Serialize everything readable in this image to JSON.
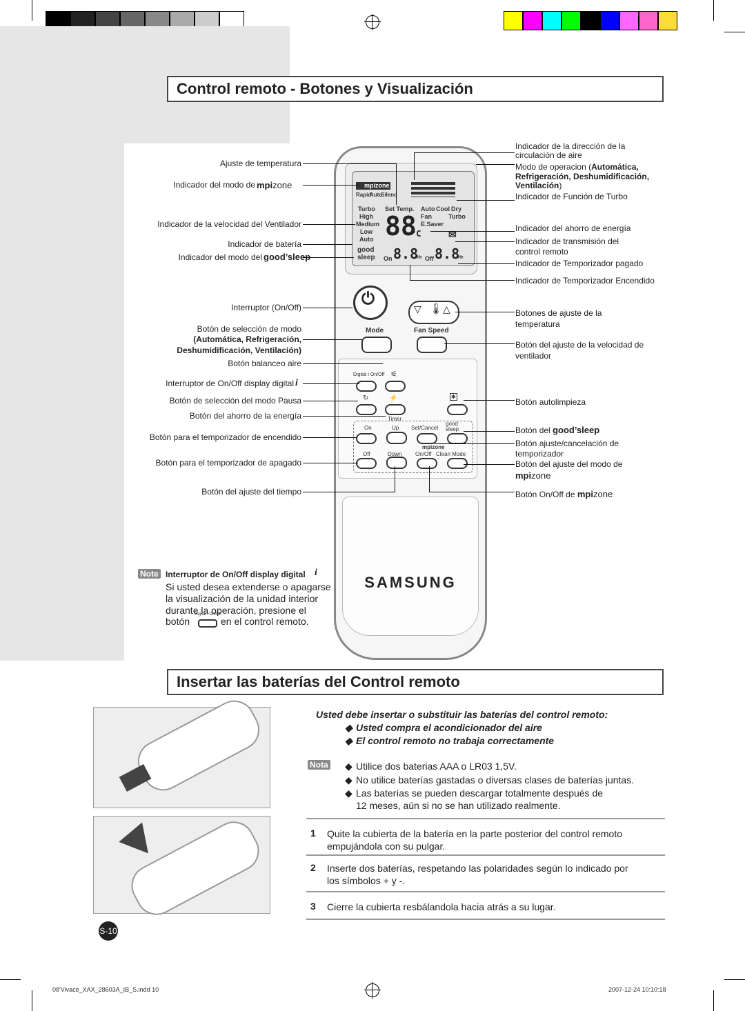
{
  "colors": {
    "calibration": [
      "#000000",
      "#222222",
      "#444444",
      "#666666",
      "#888888",
      "#aaaaaa",
      "#cccccc",
      "#ffffff"
    ],
    "color_bar": [
      "#ffff00",
      "#ff00ff",
      "#00ffff",
      "#00ff00",
      "#000000",
      "#0000ff",
      "#ff66ff",
      "#ff66cc",
      "#ffdd33"
    ]
  },
  "section1": {
    "title": "Control remoto - Botones y Visualización"
  },
  "section2": {
    "title": "Insertar las baterías del Control remoto"
  },
  "left_labels": [
    "Ajuste de temperatura",
    "Indicador del modo de",
    "Indicador de la velocidad del Ventilador",
    "Indicador de batería",
    "Indicador del modo del",
    "Interruptor (On/Off)",
    "Botón de selección de modo",
    "(Automática, Refrigeración,",
    "Deshumidificación, Ventilación)",
    "Botón balanceo aire",
    "Interruptor de On/Off display digital",
    "Botón de selección del modo Pausa",
    "Botón del ahorro de la energía",
    "Botón para el temporizador de encendido",
    "Botón para el temporizador de apagado",
    "Botón del ajuste del tiempo"
  ],
  "right_labels": {
    "air_dir_1": "Indicador de la dirección de la",
    "air_dir_2": "circulación de aire",
    "mode_1": "Modo de operacion (",
    "mode_bold1": "Automática,",
    "mode_2": "Refrigeración, Deshumidificación,",
    "mode_3": "Ventilación",
    "mode_close": ")",
    "turbo": "Indicador de Función de Turbo",
    "esaver": "Indicador del ahorro de energía",
    "tx_1": "Indicador de transmisión del",
    "tx_2": "control remoto",
    "timer_off": "Indicador de Temporizador pagado",
    "timer_on": "Indicador de Temporizador Encendido",
    "temp_btn_1": "Botones de ajuste de la",
    "temp_btn_2": "temperatura",
    "fan_btn_1": "Botón del ajuste de la velocidad de",
    "fan_btn_2": "ventilador",
    "autoclean": "Botón autolimpieza",
    "goodsleep": "Botón del",
    "setcancel_1": "Botón ajuste/cancelación de",
    "setcancel_2": "temporizador",
    "mpi_mode": "Botón del ajuste del modo de",
    "mpi_onoff": "Botón On/Off de"
  },
  "logos": {
    "mpi": "mpi",
    "zone": "zone",
    "good": "good",
    "sleep": "sleep",
    "good_sleep": "good’sleep"
  },
  "remote": {
    "lcd": {
      "mpizone": "mpizone",
      "rapid": "Rapid",
      "auto": "Auto",
      "silence": "Silenc",
      "turbo": "Turbo",
      "high": "High",
      "medium": "Medium",
      "low": "Low",
      "fan_auto": "Auto",
      "set_temp": "Set Temp.",
      "digits": "88",
      "deg": "°C",
      "mode_auto": "Auto",
      "mode_cool": "Cool",
      "mode_dry": "Dry",
      "mode_fan": "Fan",
      "mode_turbo": "Turbo",
      "esaver": "E.Saver",
      "good": "good",
      "sleep": "sleep",
      "on": "On",
      "off": "Off",
      "small_digits": "8.8",
      "hr": "Hr"
    },
    "buttons": {
      "mode": "Mode",
      "fan_speed": "Fan Speed",
      "digital_onoff": "Digital i On/Off",
      "timer": "Timer",
      "on": "On",
      "off": "Off",
      "up": "Up",
      "down": "Down",
      "set_cancel": "Set/Cancel",
      "onoff": "On/Off",
      "clean_mode": "Clean Mode",
      "good": "good",
      "sleep": "sleep",
      "mpizone": "mpizone"
    },
    "brand": "SAMSUNG"
  },
  "note1": {
    "tag": "Note",
    "title": "Interruptor de On/Off display digital",
    "lines": [
      "Si usted desea extenderse o apagarse",
      "la visualización de la unidad interior",
      "durante la operación, presione el"
    ],
    "last_a": "botón",
    "last_icon": "Digital i On/Off",
    "last_b": "en el control remoto."
  },
  "batteries": {
    "intro": "Usted debe insertar o substituir las baterías del control remoto:",
    "cases": [
      "Usted compra el acondicionador del aire",
      "El control remoto no trabaja correctamente"
    ],
    "note_tag": "Nota",
    "notes": [
      "Utilice dos baterias AAA o LR03 1,5V.",
      "No utilice baterías gastadas o diversas clases de baterías juntas.",
      "Las baterías se pueden descargar totalmente después de"
    ],
    "notes_cont": "12 meses, aún si no se han utilizado realmente.",
    "steps": [
      {
        "num": "1",
        "text_1": "Quite la cubierta de la batería en la parte posterior del control remoto",
        "text_2": "empujándola con su pulgar."
      },
      {
        "num": "2",
        "text_1": "Inserte dos baterías, respetando las polaridades según lo indicado por",
        "text_2": "los símbolos + y -."
      },
      {
        "num": "3",
        "text_1": "Cierre la cubierta resbálandola hacia atrás a su lugar.",
        "text_2": ""
      }
    ]
  },
  "page_number": "S-10",
  "footer": {
    "file": "08'Vivace_XAX_28603A_IB_S.indd   10",
    "timestamp": "2007-12-24   10:10:18"
  }
}
